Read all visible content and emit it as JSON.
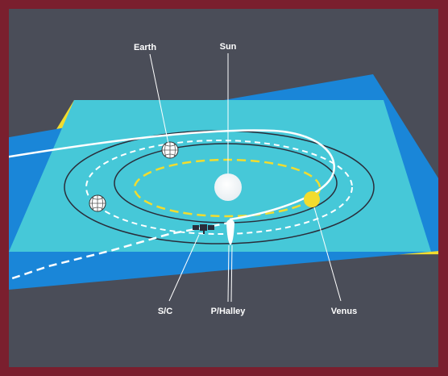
{
  "labels": {
    "earth": "Earth",
    "sun": "Sun",
    "spacecraft": "S/C",
    "halley": "P/Halley",
    "venus": "Venus"
  },
  "colors": {
    "frame": "#7a1f2e",
    "background": "#4a4d58",
    "ecliptic_plane": "#46c8d8",
    "inclined_plane": "#1a86d8",
    "rear_plane": "#f2dc2e",
    "sun": "#ffffff",
    "venus": "#f2dc2e",
    "venus_orbit": "#f2dc2e",
    "earth_orbit": "#ffffff",
    "orbit_lines": "#2a2d3a",
    "comet_path": "#ffffff"
  }
}
